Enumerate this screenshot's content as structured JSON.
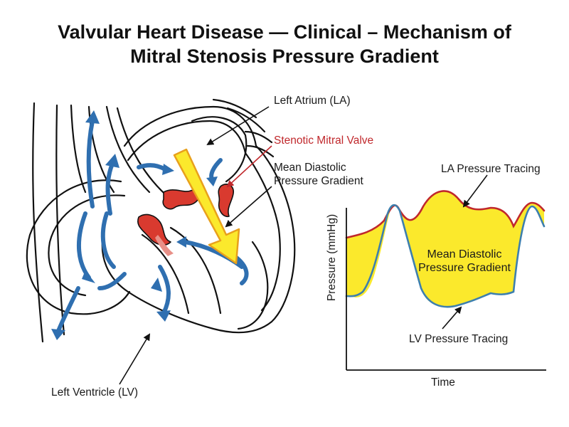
{
  "title_line1": "Valvular Heart Disease — Clinical – Mechanism of",
  "title_line2": "Mitral Stenosis Pressure Gradient",
  "labels": {
    "left_atrium": "Left Atrium (LA)",
    "stenotic_valve": "Stenotic Mitral Valve",
    "gradient_line1": "Mean Diastolic",
    "gradient_line2": "Pressure Gradient",
    "left_ventricle": "Left Ventricle (LV)"
  },
  "graph": {
    "la_tracing": "LA Pressure Tracing",
    "lv_tracing": "LV Pressure Tracing",
    "center_line1": "Mean Diastolic",
    "center_line2": "Pressure Gradient",
    "y_axis": "Pressure (mmHg)",
    "x_axis": "Time"
  },
  "colors": {
    "la_curve": "#c0282c",
    "lv_curve": "#3d7fae",
    "gradient_fill": "#fbe92c",
    "flow_arrow": "#2f6fb0",
    "valve": "#d93a2f"
  }
}
